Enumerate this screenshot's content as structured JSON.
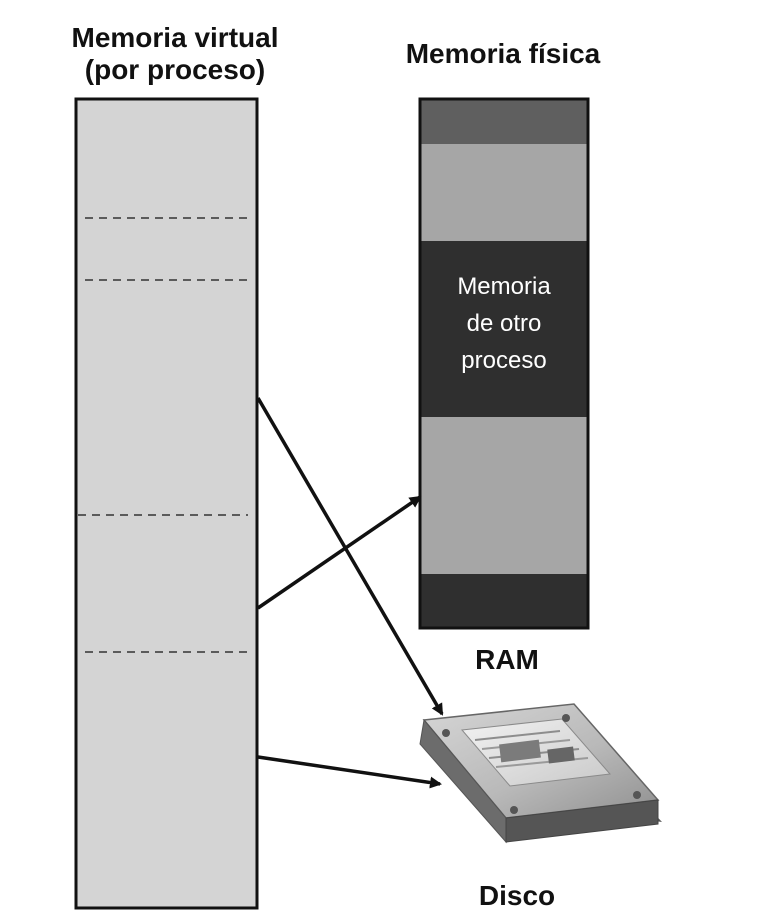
{
  "labels": {
    "virtual_memory": "Memoria virtual\n(por proceso)",
    "physical_memory": "Memoria física",
    "other_process_memory": "Memoria\nde otro\nproceso",
    "ram": "RAM",
    "disk": "Disco"
  },
  "colors": {
    "virtual_memory_fill": "#d4d4d4",
    "ram_top_band": "#5f5f5f",
    "ram_mapped_region": "#a6a6a6",
    "ram_other_process": "#2f2f2f",
    "ram_bottom_band": "#2f2f2f",
    "outline": "#111111"
  },
  "icons": {
    "disk": "hard-drive-icon"
  }
}
